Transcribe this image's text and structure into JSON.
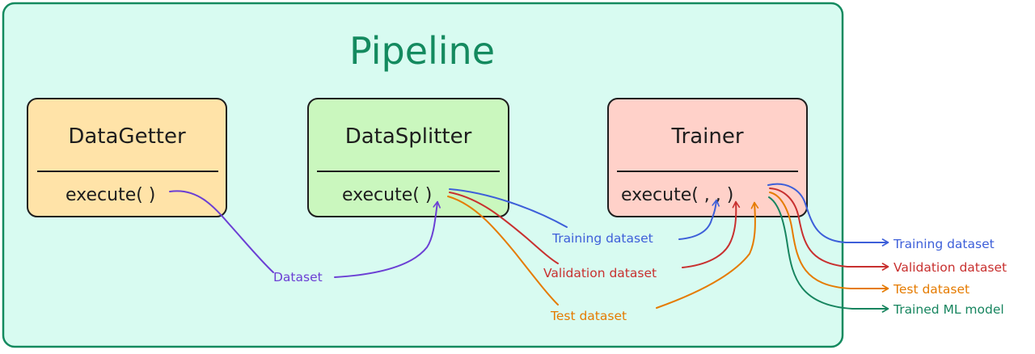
{
  "pipeline": {
    "title": "Pipeline",
    "colors": {
      "fill": "#d8fbf1",
      "border": "#148a5f",
      "title": "#148a5f"
    }
  },
  "classes": [
    {
      "id": "datagetter",
      "name": "DataGetter",
      "method": "execute( )",
      "fill": "#ffe3a8"
    },
    {
      "id": "datasplitter",
      "name": "DataSplitter",
      "method": "execute( )",
      "fill": "#caf7be"
    },
    {
      "id": "trainer",
      "name": "Trainer",
      "method": "execute( , , )",
      "fill": "#ffd1c9"
    }
  ],
  "flows": {
    "dataset": {
      "label": "Dataset",
      "color": "#6b3fd4"
    },
    "training_dataset": {
      "label": "Training dataset",
      "color": "#3d5fd9"
    },
    "validation_dataset": {
      "label": "Validation dataset",
      "color": "#c8302f"
    },
    "test_dataset": {
      "label": "Test dataset",
      "color": "#e57b00"
    }
  },
  "outputs": [
    {
      "id": "training_dataset",
      "label": "Training dataset",
      "color": "#3d5fd9"
    },
    {
      "id": "validation_dataset",
      "label": "Validation dataset",
      "color": "#c8302f"
    },
    {
      "id": "test_dataset",
      "label": "Test dataset",
      "color": "#e57b00"
    },
    {
      "id": "trained_ml_model",
      "label": "Trained ML model",
      "color": "#17855f"
    }
  ]
}
